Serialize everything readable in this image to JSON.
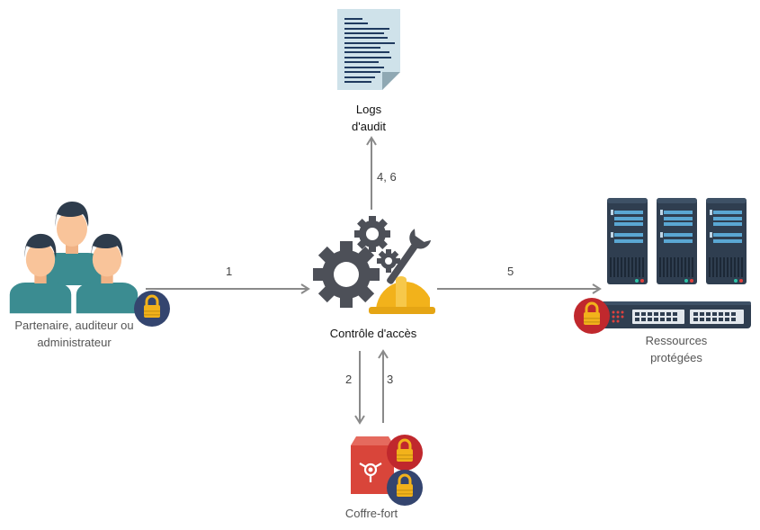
{
  "nodes": {
    "users": {
      "label": "Partenaire, auditeur ou administrateur",
      "icon": "people-icon"
    },
    "logs": {
      "label_line1": "Logs",
      "label_line2": "d'audit",
      "icon": "document-icon"
    },
    "access_control": {
      "label": "Contrôle d'accès",
      "icon": "gears-wrench-helmet-icon"
    },
    "resources": {
      "label_line1": "Ressources",
      "label_line2": "protégées",
      "icon": "servers-switch-icon"
    },
    "vault": {
      "label": "Coffre-fort",
      "icon": "vault-icon"
    }
  },
  "edges": [
    {
      "from": "users",
      "to": "access_control",
      "label": "1"
    },
    {
      "from": "access_control",
      "to": "vault",
      "label": "2"
    },
    {
      "from": "vault",
      "to": "access_control",
      "label": "3"
    },
    {
      "from": "access_control",
      "to": "logs",
      "label": "4, 6"
    },
    {
      "from": "access_control",
      "to": "resources",
      "label": "5"
    }
  ],
  "colors": {
    "teal": "#3b8c91",
    "skin": "#f9c49a",
    "hair": "#2e3c4c",
    "navy": "#34456f",
    "red": "#c0282d",
    "gold": "#f2b21b",
    "gear": "#4d5058",
    "server": "#2f3e50",
    "server_blue": "#5aa7d3",
    "arrow": "#8a8a8a",
    "paper": "#cfe2ea",
    "paper_lines": "#1f3a5f",
    "vault_red": "#d9453a"
  }
}
